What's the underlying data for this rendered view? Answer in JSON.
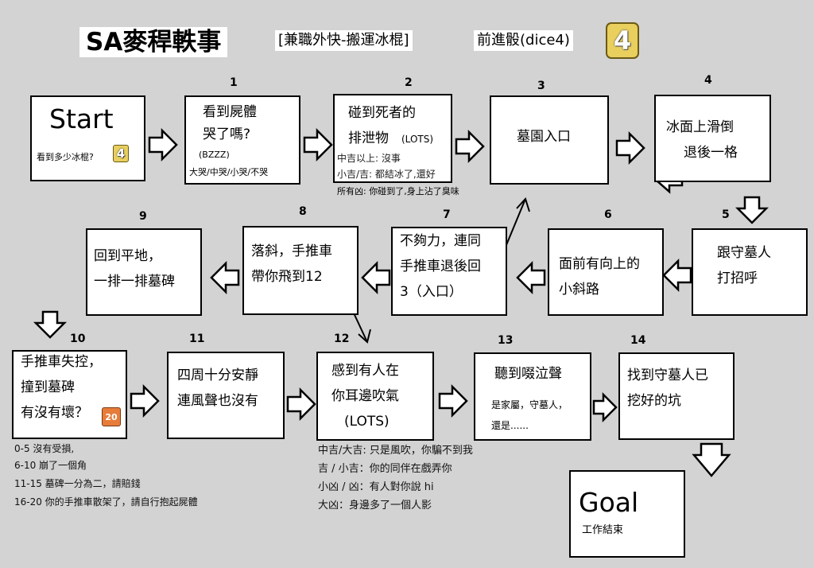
{
  "header": {
    "title": "SA麥稈軼事",
    "subtitle": "[兼職外快-搬運冰棍]",
    "dice_label": "前進骰(dice4)",
    "dice_value": "4"
  },
  "start": {
    "label": "Start",
    "question": "看到多少冰棍?",
    "dice_value": "4"
  },
  "steps": [
    {
      "num": "1",
      "lines": [
        "看到屍體",
        "哭了嗎?"
      ],
      "extra": "(BZZZ)",
      "sub": "大哭/中哭/小哭/不哭"
    },
    {
      "num": "2",
      "lines": [
        "碰到死者的",
        "排泄物"
      ],
      "extra": "(LOTS)",
      "notes": [
        "中吉以上: 沒事",
        "小吉/吉: 都結冰了,還好",
        "所有凶: 你碰到了,身上沾了臭味"
      ]
    },
    {
      "num": "3",
      "lines": [
        "墓園入口"
      ]
    },
    {
      "num": "4",
      "lines": [
        "冰面上滑倒",
        "退後一格"
      ]
    },
    {
      "num": "5",
      "lines": [
        "跟守墓人",
        "打招呼"
      ]
    },
    {
      "num": "6",
      "lines": [
        "面前有向上的",
        "小斜路"
      ]
    },
    {
      "num": "7",
      "lines": [
        "不夠力，連同",
        "手推車退後回",
        "3（入口）"
      ]
    },
    {
      "num": "8",
      "lines": [
        "落斜，手推車",
        "帶你飛到12"
      ]
    },
    {
      "num": "9",
      "lines": [
        "回到平地，",
        "一排一排墓碑"
      ]
    },
    {
      "num": "10",
      "lines": [
        "手推車失控，",
        "撞到墓碑",
        "有沒有壞？"
      ],
      "dice_value": "20",
      "notes": [
        "0-5 沒有受損,",
        "6-10 崩了一個角",
        "11-15 墓碑一分為二，請賠錢",
        "16-20 你的手推車散架了，請自行抱起屍體"
      ]
    },
    {
      "num": "11",
      "lines": [
        "四周十分安靜",
        "連風聲也沒有"
      ]
    },
    {
      "num": "12",
      "lines": [
        "感到有人在",
        "你耳邊吹氣",
        "(LOTS)"
      ],
      "notes": [
        "中吉/大吉: 只是風吹，你騙不到我",
        "吉 / 小吉：你的同伴在戲弄你",
        "小凶 / 凶：有人對你說 hi",
        "大凶：身邊多了一個人影"
      ]
    },
    {
      "num": "13",
      "lines": [
        "聽到啜泣聲"
      ],
      "sub_lines": [
        "是家屬，守墓人，",
        "還是......"
      ]
    },
    {
      "num": "14",
      "lines": [
        "找到守墓人已",
        "挖好的坑"
      ]
    }
  ],
  "goal": {
    "label": "Goal",
    "sub": "工作結束"
  }
}
